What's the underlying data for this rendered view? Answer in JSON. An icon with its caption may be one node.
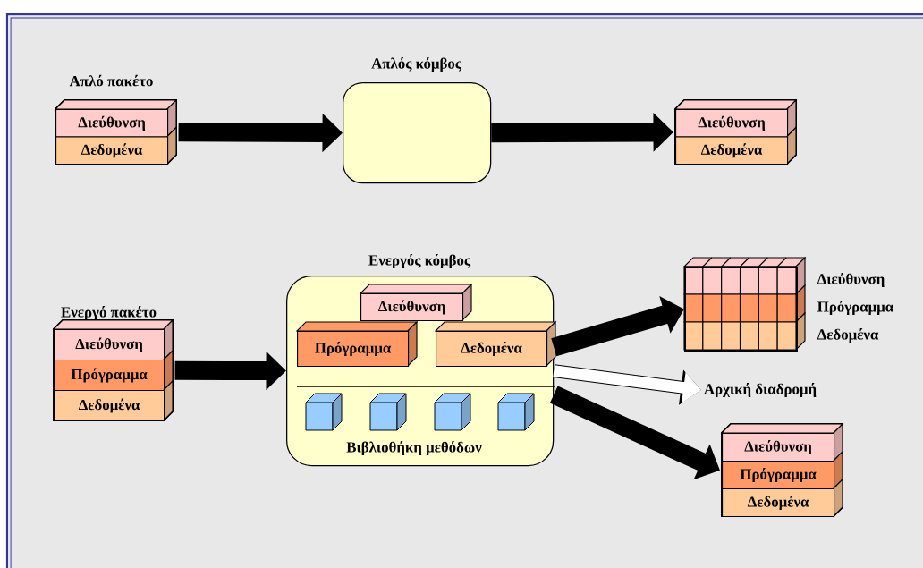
{
  "diagram": {
    "nodes": [
      {
        "text": [
          "Απλό πακέτο"
        ]
      },
      {
        "text": [
          "Διεύθυνση"
        ],
        "in": 0
      },
      {
        "text": [
          "Δεδομένα"
        ],
        "in": 0
      },
      {
        "text": [
          "Απλός κόμβος"
        ]
      },
      {
        "text": [],
        "shape": "box"
      },
      {
        "text": [
          "Διεύθυνση"
        ],
        "in": 4
      },
      {
        "text": [
          "Δεδομένα"
        ],
        "in": 4
      },
      {
        "text": [
          "Ενεργό πακέτο"
        ]
      },
      {
        "text": [
          "Διεύθυνση"
        ],
        "in": 7
      },
      {
        "text": [
          "Πρόγραμμα"
        ],
        "in": 7
      },
      {
        "text": [
          "Δεδομένα"
        ],
        "in": 7
      },
      {
        "text": [
          "Ενεργός κόμβος",
          "Βιβλιοθήκη μεθόδων"
        ]
      },
      {
        "text": [
          "Διεύθυνση"
        ],
        "in": 11
      },
      {
        "text": [
          "Πρόγραμμα"
        ],
        "in": 11
      },
      {
        "text": [
          "Δεδομένα"
        ],
        "in": 11
      },
      {
        "text": [],
        "shape": "box",
        "beside": [
          "Διεύθυνση",
          "Πρόγραμμα",
          "Δεδομένα"
        ]
      },
      {
        "text": [
          "Αρχική διαδρομή"
        ]
      },
      {
        "text": [],
        "shape": "box"
      },
      {
        "text": [
          "Διεύθυνση"
        ],
        "in": 17
      },
      {
        "text": [
          "Πρόγραμμα"
        ],
        "in": 17
      },
      {
        "text": [
          "Δεδομένα"
        ],
        "in": 17
      }
    ],
    "edges": [
      {
        "from": 0,
        "to": 3,
        "arrow": "to"
      },
      {
        "from": 3,
        "to": 4,
        "arrow": "to"
      },
      {
        "from": 7,
        "to": 11,
        "arrow": "to"
      },
      {
        "from": 11,
        "to": 15,
        "arrow": "to"
      },
      {
        "from": 11,
        "to": 16,
        "arrow": "to",
        "color": "#ffffff"
      },
      {
        "from": 11,
        "to": 17,
        "arrow": "to"
      }
    ]
  }
}
